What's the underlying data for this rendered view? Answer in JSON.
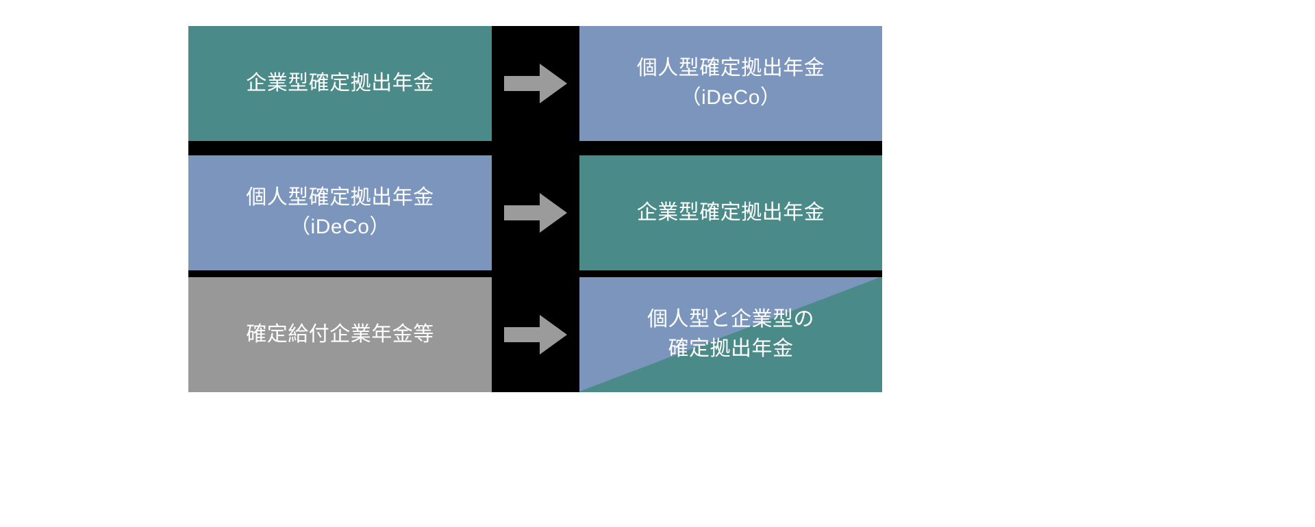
{
  "diagram": {
    "type": "transition-matrix",
    "title": "",
    "colors": {
      "teal": "#4a8a88",
      "blue": "#7b95bd",
      "gray": "#989898",
      "arrow": "#9b9b9b",
      "background": "#000000",
      "page": "#ffffff",
      "text": "#ffffff"
    },
    "arrow_icon": "arrow-right-icon",
    "rows": [
      {
        "from": {
          "label": "企業型確定拠出年金",
          "color_key": "teal"
        },
        "arrow_label": "→",
        "to": {
          "label": "個人型確定拠出年金\n（iDeCo）",
          "color_key": "blue"
        }
      },
      {
        "from": {
          "label": "個人型確定拠出年金\n（iDeCo）",
          "color_key": "blue"
        },
        "arrow_label": "→",
        "to": {
          "label": "企業型確定拠出年金",
          "color_key": "teal"
        }
      },
      {
        "from": {
          "label": "確定給付企業年金等",
          "color_key": "gray"
        },
        "arrow_label": "→",
        "to": {
          "label": "個人型と企業型の\n確定拠出年金",
          "color_key": "split-blue-teal"
        }
      }
    ]
  }
}
